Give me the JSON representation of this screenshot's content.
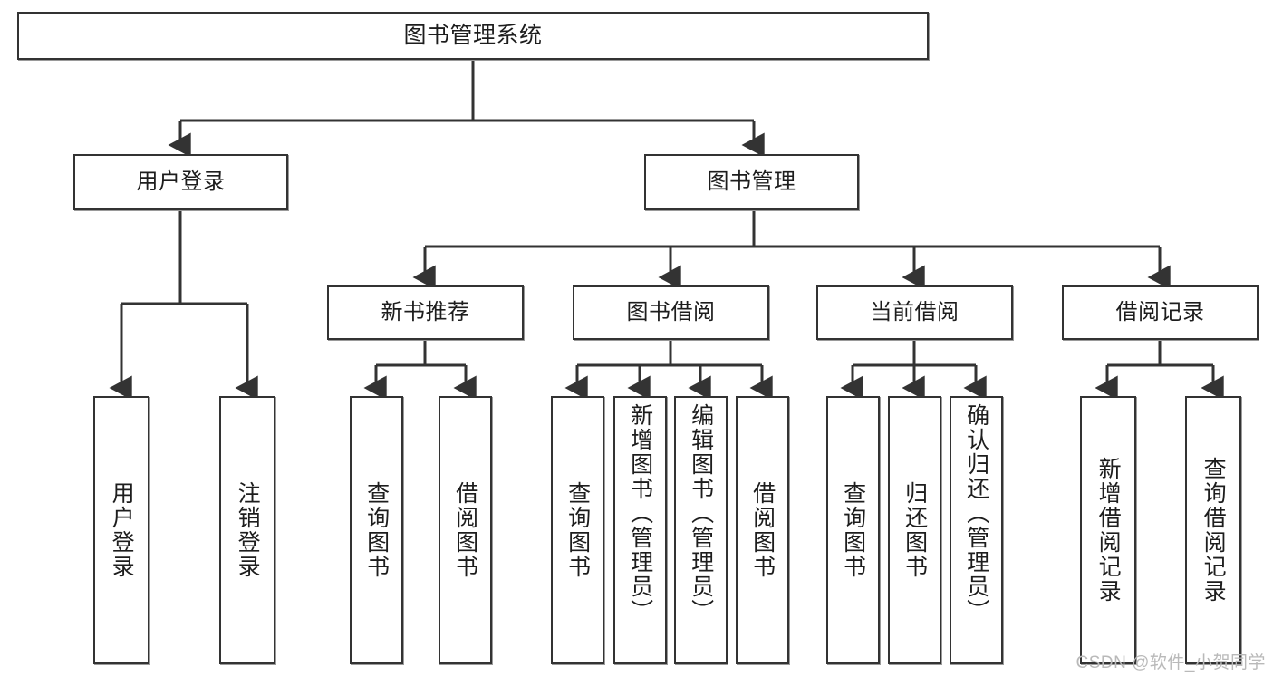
{
  "diagram": {
    "title": "图书管理系统",
    "type": "tree",
    "root": {
      "label": "图书管理系统"
    },
    "level_two": [
      {
        "label": "用户登录"
      },
      {
        "label": "图书管理"
      }
    ],
    "level_three": [
      {
        "label": "新书推荐"
      },
      {
        "label": "图书借阅"
      },
      {
        "label": "当前借阅"
      },
      {
        "label": "借阅记录"
      }
    ],
    "leaves": {
      "user_login": [
        {
          "label": "用户登录"
        },
        {
          "label": "注销登录"
        }
      ],
      "new_book_recommend": [
        {
          "label": "查询图书"
        },
        {
          "label": "借阅图书"
        }
      ],
      "book_borrow": [
        {
          "label": "查询图书"
        },
        {
          "label": "新增图书（管理员）"
        },
        {
          "label": "编辑图书（管理员）"
        },
        {
          "label": "借阅图书"
        }
      ],
      "current_borrow": [
        {
          "label": "查询图书"
        },
        {
          "label": "归还图书"
        },
        {
          "label": "确认归还（管理员）"
        }
      ],
      "borrow_record": [
        {
          "label": "新增借阅记录"
        },
        {
          "label": "查询借阅记录"
        }
      ]
    }
  },
  "watermark": {
    "text": "CSDN @软件_小贺同学"
  },
  "colors": {
    "border": "#333333",
    "background": "#ffffff",
    "text": "#1d1d1d",
    "watermark": "#b9b9b9"
  }
}
